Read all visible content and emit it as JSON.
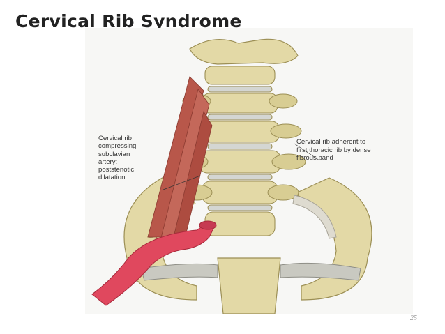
{
  "slide": {
    "title": "Cervical Rib Syndrome",
    "page_number": "25"
  },
  "figure": {
    "left_label_lines": [
      "Cervical rib",
      "compressing",
      "subclavian",
      "artery:",
      "poststenotic",
      "dilatation"
    ],
    "right_label_lines": [
      "Cervical rib adherent to",
      "first thoracic rib by dense",
      "fibrous band"
    ]
  },
  "colors": {
    "bone": "#e3d9a6",
    "bone_shadow": "#b9ad74",
    "disc": "#d4d6d2",
    "muscle": "#b8574a",
    "artery": "#e0485e"
  }
}
